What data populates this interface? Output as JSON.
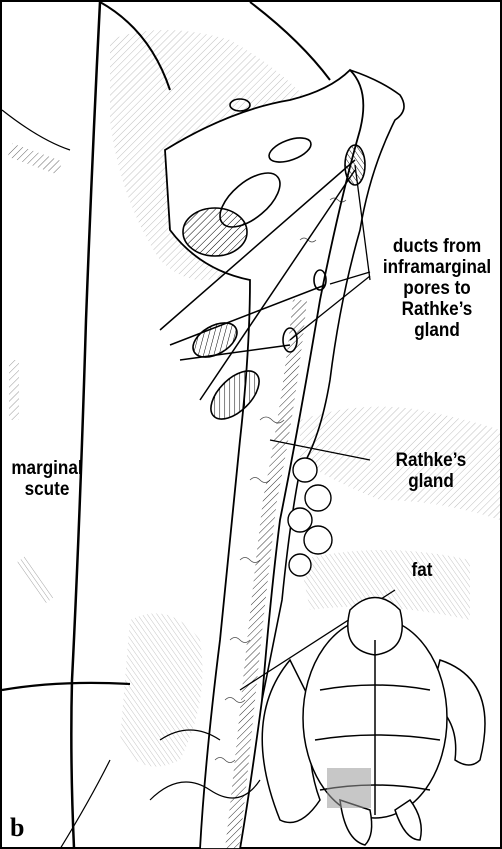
{
  "figure": {
    "panel_letter": "b",
    "labels": {
      "ducts": [
        "ducts from",
        "inframarginal",
        "pores to",
        "Rathke’s",
        "gland"
      ],
      "rathkes_gland": [
        "Rathke’s",
        "gland"
      ],
      "fat": [
        "fat"
      ],
      "marginal_scute": [
        "marginal",
        "scute"
      ]
    }
  }
}
